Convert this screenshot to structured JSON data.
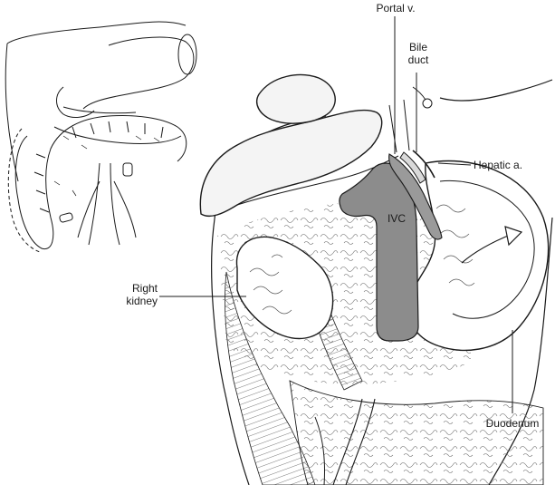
{
  "labels": {
    "portal_v": "Portal v.",
    "bile_duct_line1": "Bile",
    "bile_duct_line2": "duct",
    "hepatic_a": "Hepatic a.",
    "ivc": "IVC",
    "right_kidney_line1": "Right",
    "right_kidney_line2": "kidney",
    "duodenum": "Duodenum"
  },
  "colors": {
    "line": "#1a1a1a",
    "ivc_fill": "#8c8c8c",
    "bile_fill": "#9a9a9a",
    "liver_fill": "#f4f4f4",
    "background": "#ffffff"
  }
}
